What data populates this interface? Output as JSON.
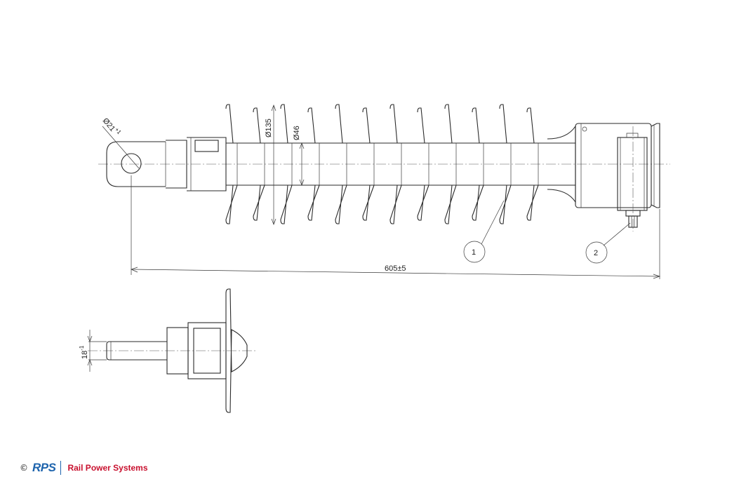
{
  "drawing": {
    "dimensions": {
      "eye_diameter": "Ø21",
      "eye_tolerance": "+1",
      "shed_diameter": "Ø135",
      "core_diameter": "Ø46",
      "overall_length": "605±5",
      "pin_diameter": "18",
      "pin_tolerance": "-1"
    },
    "callouts": [
      "1",
      "2"
    ]
  },
  "footer": {
    "copyright": "©",
    "logo_text": "RPS",
    "company": "Rail Power Systems",
    "colors": {
      "logo": "#1e64ad",
      "company": "#c8102e"
    }
  }
}
